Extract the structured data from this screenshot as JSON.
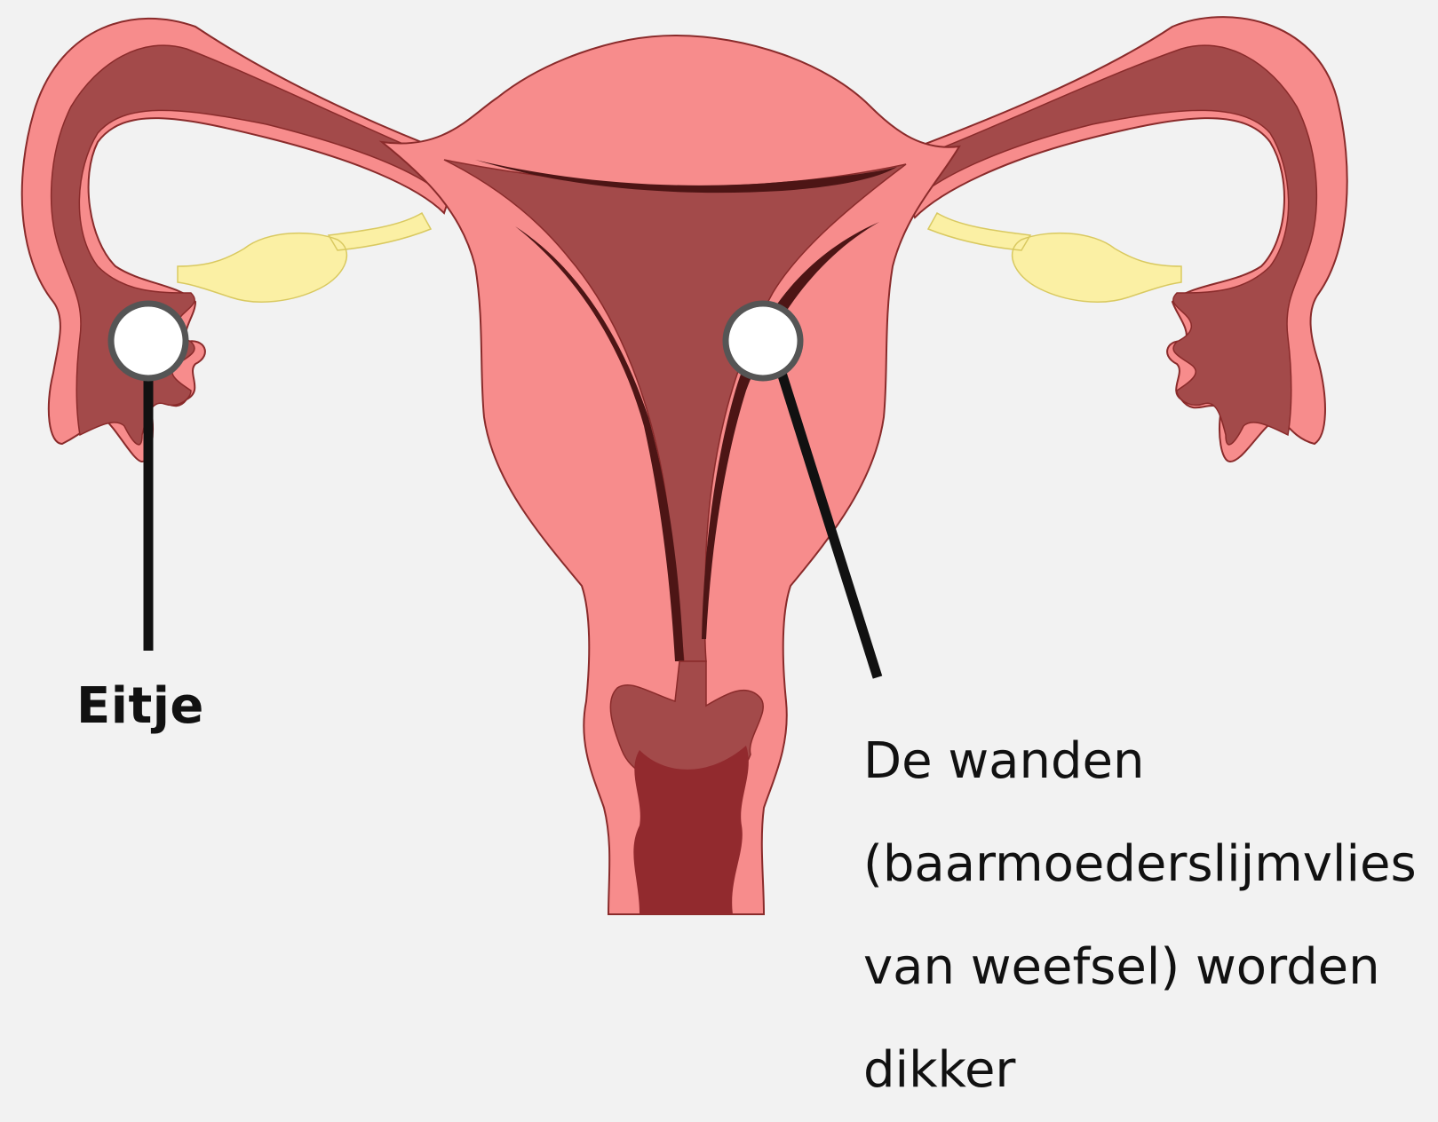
{
  "diagram": {
    "labels": {
      "egg": "Eitje",
      "walls_lines": [
        "De wanden",
        "(baarmoederslijmvlies",
        "van weefsel) worden",
        "dikker"
      ]
    },
    "colors": {
      "background": "#f2f2f2",
      "outer_tissue": "#f78c8c",
      "outer_stroke": "#8a2b2b",
      "inner_cavity": "#a34a4a",
      "lining_dark": "#4d1515",
      "ovary": "#fbf0a4",
      "cervix_canal": "#922a2e",
      "egg": "#ffffff",
      "egg_ring": "#555555",
      "leader": "#111111"
    }
  }
}
